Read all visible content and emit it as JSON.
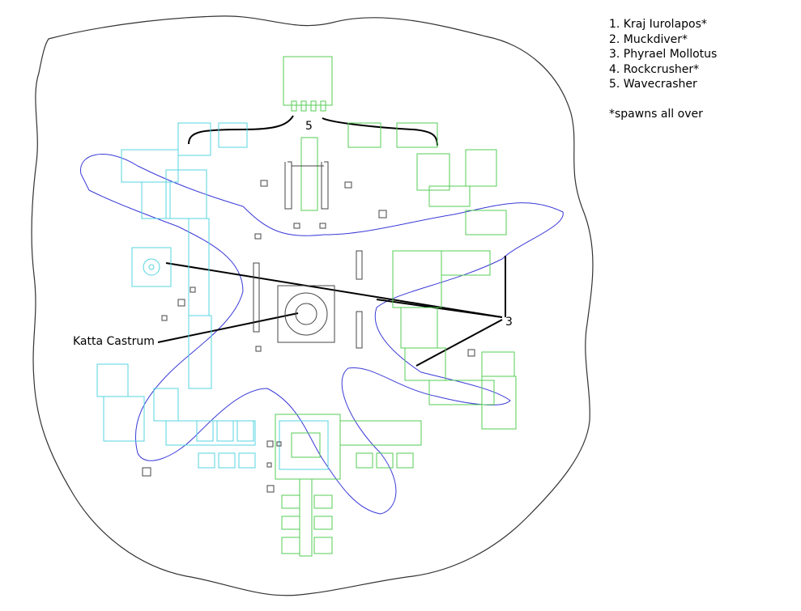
{
  "map": {
    "labels": {
      "castle": "Katta Castrum",
      "marker_north": "5",
      "marker_east": "3"
    },
    "colors": {
      "outline": "#333333",
      "west_rooms": "#55d4e0",
      "east_rooms": "#55cc55",
      "water": "#3a3ad8",
      "ruins": "#444444",
      "leader_lines": "#000000"
    }
  },
  "legend": {
    "items": [
      "1. Kraj Iurolapos*",
      "2. Muckdiver*",
      "3. Phyrael Mollotus",
      "4. Rockcrusher*",
      "5. Wavecrasher"
    ],
    "footnote": "*spawns all over"
  }
}
